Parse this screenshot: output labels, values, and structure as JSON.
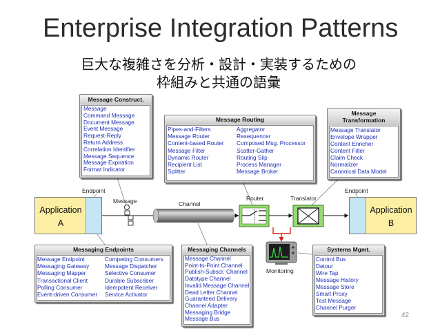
{
  "slide": {
    "title": "Enterprise Integration Patterns",
    "subtitle_line1": "巨大な複雑さを分析・設計・実装するための",
    "subtitle_line2": "枠組みと共通の語彙",
    "page_number": "42"
  },
  "diagram": {
    "message_construct": {
      "title": "Message Construct.",
      "items": [
        "Message",
        "Command Message",
        "Document Message",
        "Event Message",
        "Request-Reply",
        "Return Address",
        "Correlation Identifier",
        "Message Sequence",
        "Message Expiration",
        "Format Indicator"
      ]
    },
    "message_routing": {
      "title": "Message Routing",
      "left": [
        "Pipes-and-Filters",
        "Message Router",
        "Content-based Router",
        "Message Filter",
        "Dynamic Router",
        "Recipient List",
        "Splitter"
      ],
      "right": [
        "Aggregator",
        "Resequencer",
        "Composed Msg. Processor",
        "Scatter-Gather",
        "Routing Slip",
        "Process Manager",
        "Message Broker"
      ]
    },
    "message_transformation": {
      "title": "Message Transformation",
      "items": [
        "Message Translator",
        "Envelope Wrapper",
        "Content Enricher",
        "Content Filter",
        "Claim Check",
        "Normalizer",
        "Canonical Data Model"
      ]
    },
    "messaging_endpoints": {
      "title": "Messaging Endpoints",
      "left": [
        "Message Endpoint",
        "Messaging Gateway",
        "Messaging Mapper",
        "Transactional Client",
        "Polling Consumer",
        "Event-driven Consumer"
      ],
      "right": [
        "Competing Consumers",
        "Message Dispatcher",
        "Selective Consumer",
        "Durable Subscriber",
        "Idempotent Receiver",
        "Service Activator"
      ]
    },
    "messaging_channels": {
      "title": "Messaging Channels",
      "items": [
        "Message Channel",
        "Point-to-Point Channel",
        "Publish-Subscr. Channel",
        "Datatype Channel",
        "Invalid Message Channel",
        "Dead Letter Channel",
        "Guaranteed Delivery",
        "Channel Adapter",
        "Messaging Bridge",
        "Message Bus"
      ]
    },
    "systems_mgmt": {
      "title": "Systems Mgmt.",
      "items": [
        "Control Bus",
        "Detour",
        "Wire Tap",
        "Message History",
        "Message Store",
        "Smart Proxy",
        "Test Message",
        "Channel Purger"
      ]
    },
    "labels": {
      "endpoint_left": "Endpoint",
      "message": "Message",
      "channel": "Channel",
      "router": "Router",
      "translator": "Translator",
      "endpoint_right": "Endpoint",
      "monitoring": "Monitoring"
    },
    "app_a": {
      "name": "Application",
      "letter": "A"
    },
    "app_b": {
      "name": "Application",
      "letter": "B"
    }
  },
  "colors": {
    "item_text": "#1c2fb4",
    "application_fill": "#fcefa3",
    "endpoint_fill": "#c4e6f5",
    "component_fill": "#97da72",
    "wire_tap": "#d42a1f"
  }
}
